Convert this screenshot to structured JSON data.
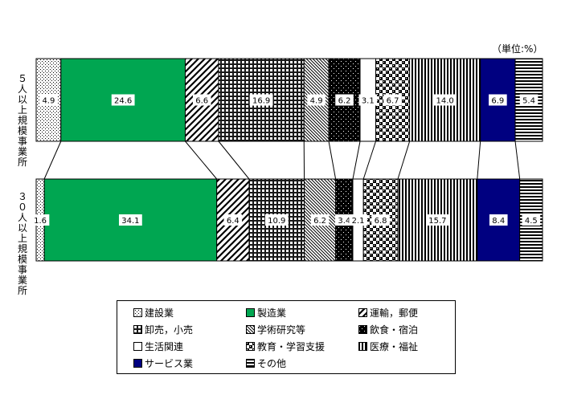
{
  "unit_label": "（単位:%）",
  "chart_data": {
    "type": "bar",
    "orientation": "horizontal-stacked-100",
    "categories": [
      "事業所規模５人以上",
      "事業所規模３０人以上"
    ],
    "row_labels": [
      "５人以上規模事業所",
      "３０人以上規模事業所"
    ],
    "series": [
      {
        "name": "建設業",
        "values": [
          4.9,
          1.6
        ],
        "pattern": "dots-sparse",
        "color": "#000000"
      },
      {
        "name": "製造業",
        "values": [
          24.6,
          34.1
        ],
        "pattern": "solid",
        "color": "#00a651"
      },
      {
        "name": "運輸，郵便",
        "values": [
          6.6,
          6.4
        ],
        "pattern": "diag-up",
        "color": "#000000"
      },
      {
        "name": "卸売，小売",
        "values": [
          16.9,
          10.9
        ],
        "pattern": "grid",
        "color": "#000000"
      },
      {
        "name": "学術研究等",
        "values": [
          4.9,
          6.2
        ],
        "pattern": "diag-down-dense",
        "color": "#000000"
      },
      {
        "name": "飲食・宿泊",
        "values": [
          6.2,
          3.4
        ],
        "pattern": "dots-dark",
        "color": "#000000"
      },
      {
        "name": "生活関連",
        "values": [
          3.1,
          2.1
        ],
        "pattern": "none",
        "color": "#ffffff"
      },
      {
        "name": "教育・学習支援",
        "values": [
          6.7,
          6.8
        ],
        "pattern": "checker",
        "color": "#000000"
      },
      {
        "name": "医療・福祉",
        "values": [
          14.0,
          15.7
        ],
        "pattern": "vertical",
        "color": "#000000"
      },
      {
        "name": "サービス業",
        "values": [
          6.9,
          8.4
        ],
        "pattern": "solid",
        "color": "#000080"
      },
      {
        "name": "その他",
        "values": [
          5.4,
          4.5
        ],
        "pattern": "horizontal",
        "color": "#000000"
      }
    ],
    "data_label_texts": [
      [
        "4.9",
        "24.6",
        "6.6",
        "16.9",
        "4.9",
        "6.2",
        "3.1",
        "6.7",
        "14.0",
        "6.9",
        "5.4"
      ],
      [
        "1.6",
        "34.1",
        "6.4",
        "10.9",
        "6.2",
        "3.4",
        "2.1",
        "6.8",
        "15.7",
        "8.4",
        "4.5"
      ]
    ],
    "xlim": [
      0,
      100
    ],
    "grid": false,
    "connector_lines": true,
    "legend_position": "bottom"
  }
}
